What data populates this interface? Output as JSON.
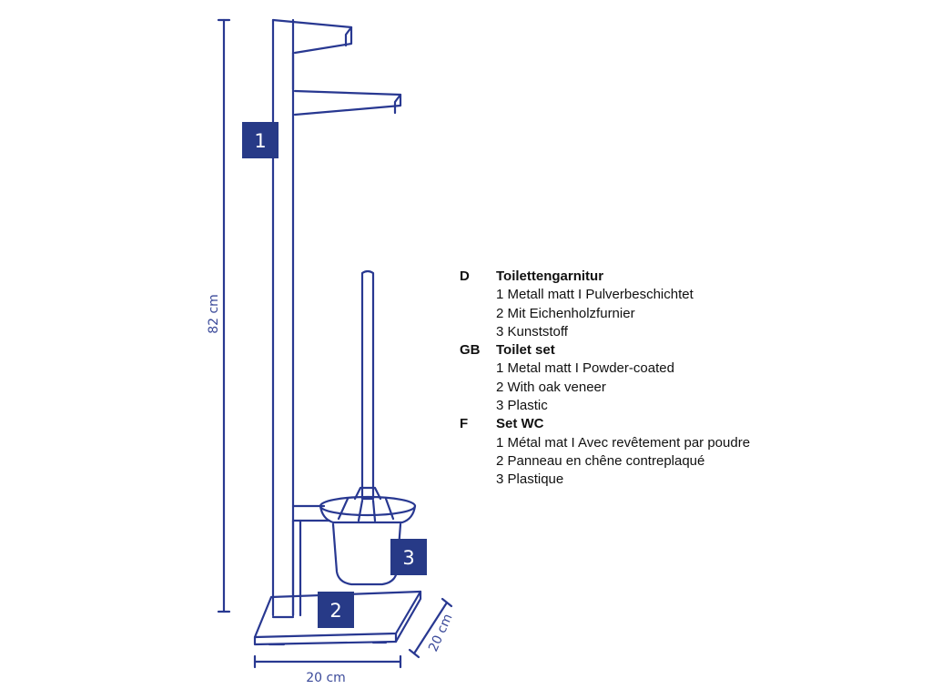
{
  "colors": {
    "line": "#283891",
    "dimension": "#3b4a9a",
    "badge_fill": "#273a87",
    "badge_text": "#ffffff",
    "text": "#111111"
  },
  "dimensions": {
    "height": "82 cm",
    "width": "20 cm",
    "depth": "20 cm"
  },
  "badges": [
    "1",
    "2",
    "3"
  ],
  "legend": [
    {
      "code": "D",
      "title": "Toilettengarnitur",
      "items": [
        "1 Metall matt I Pulverbeschichtet",
        "2 Mit Eichenholzfurnier",
        "3 Kunststoff"
      ]
    },
    {
      "code": "GB",
      "title": "Toilet set",
      "items": [
        "1 Metal matt I Powder-coated",
        "2 With oak veneer",
        "3 Plastic"
      ]
    },
    {
      "code": "F",
      "title": "Set WC",
      "items": [
        "1 Métal mat I Avec revêtement par poudre",
        "2 Panneau en chêne contreplaqué",
        "3 Plastique"
      ]
    }
  ]
}
